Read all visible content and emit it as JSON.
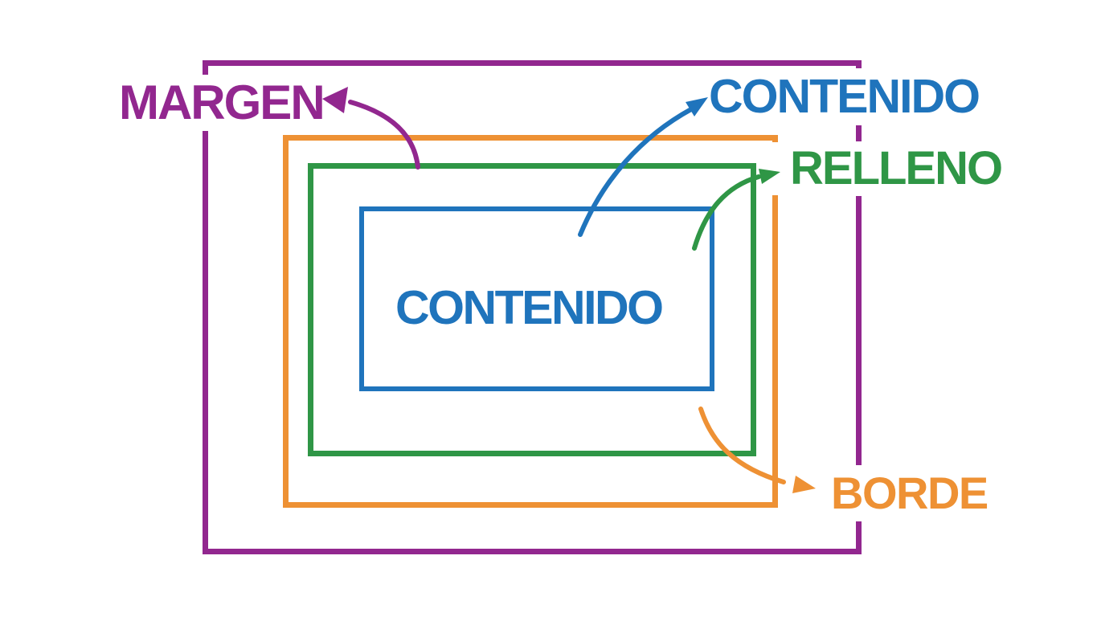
{
  "diagram": {
    "description": "CSS box model diagram in Spanish",
    "labels": {
      "margin": "MARGEN",
      "content_callout": "CONTENIDO",
      "padding": "RELLENO",
      "border": "BORDE",
      "content_center": "CONTENIDO"
    },
    "colors": {
      "margin": "#92278F",
      "border": "#EE9134",
      "padding": "#2F9646",
      "content": "#1F74BC",
      "background": "#FFFFFF"
    }
  }
}
